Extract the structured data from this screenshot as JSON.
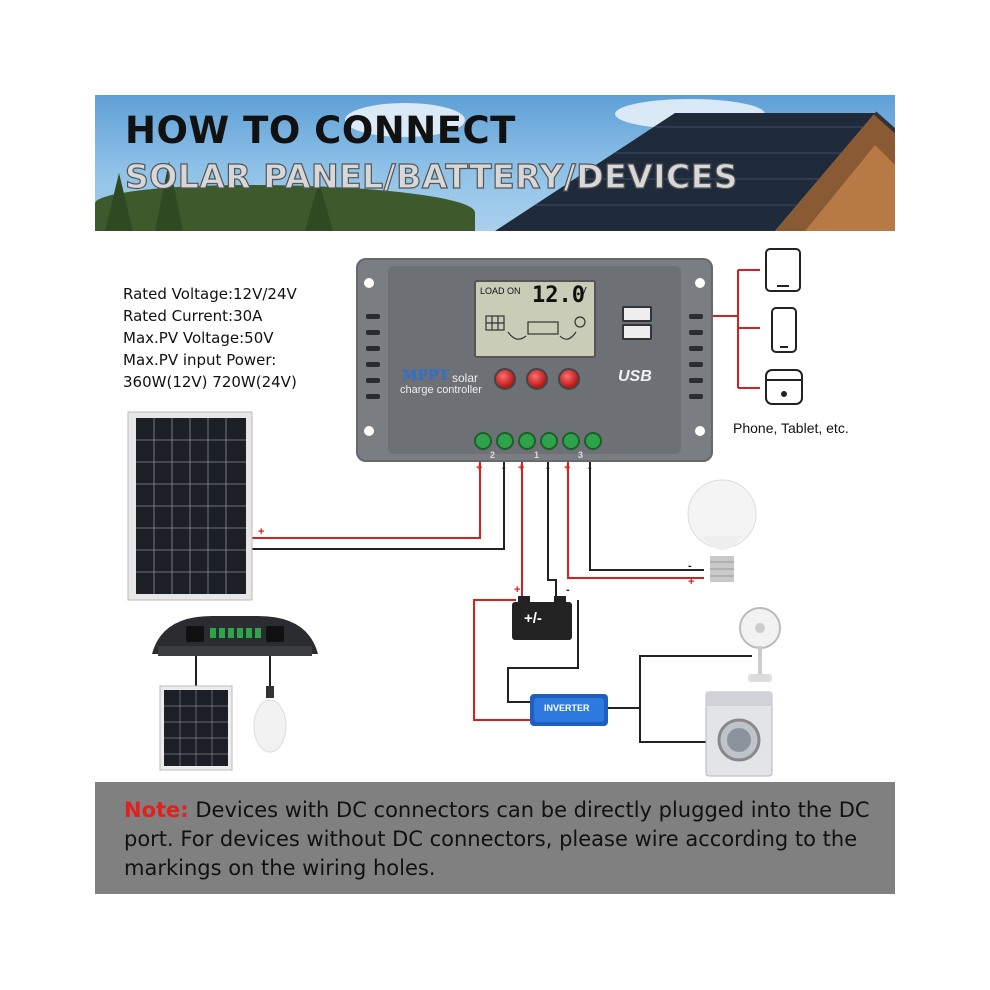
{
  "banner": {
    "title": "HOW TO CONNECT",
    "subtitle": "SOLAR PANEL/BATTERY/DEVICES"
  },
  "specs": [
    "Rated Voltage:12V/24V",
    "Rated Current:30A",
    "Max.PV Voltage:50V",
    "Max.PV input Power:",
    "360W(12V) 720W(24V)"
  ],
  "controller": {
    "lcd_mode": "LOAD ON",
    "lcd_value": "12.0",
    "lcd_unit": "V",
    "brand": "MPPT",
    "product_word": "solar",
    "product_line2": "charge controller",
    "usb_logo": "USB",
    "terminal_numbers": [
      "1",
      "2",
      "3"
    ],
    "button_color": "#c62828",
    "terminal_color": "#2ea34a"
  },
  "devices": {
    "caption": "Phone, Tablet, etc.",
    "icons": [
      "tablet-icon",
      "phone-icon",
      "device-box-icon"
    ]
  },
  "wiring": {
    "positive": "+",
    "negative": "-",
    "battery_label": "+/-",
    "inverter_label": "INVERTER",
    "positive_color": "#d62020",
    "negative_color": "#222222"
  },
  "note": {
    "label": "Note:",
    "text": " Devices with DC connectors can be directly plugged into the DC port. For devices without DC connectors, please wire according to the markings on the wiring holes."
  }
}
